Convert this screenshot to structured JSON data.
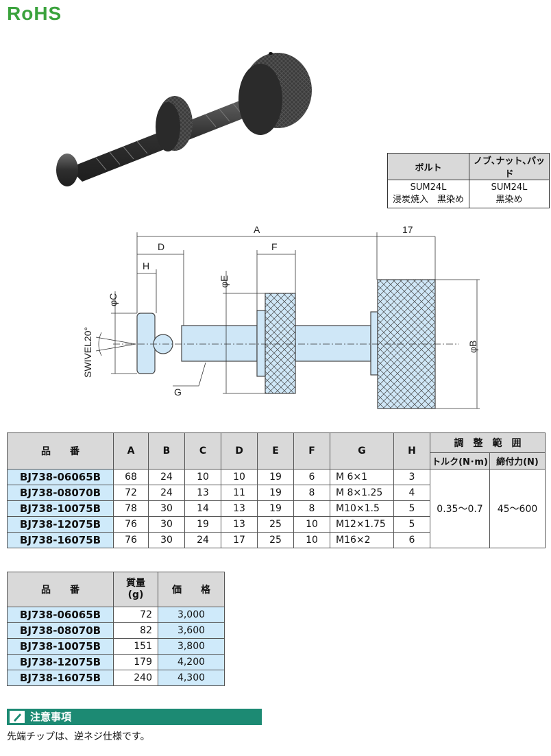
{
  "rohs": "RoHS",
  "material": {
    "headers": [
      "ボルト",
      "ノブ､ナット､パッド"
    ],
    "bolt": [
      "SUM24L",
      "浸炭焼入　黒染め"
    ],
    "parts": [
      "SUM24L",
      "黒染め"
    ]
  },
  "drawing": {
    "labels": {
      "A": "A",
      "D": "D",
      "H": "H",
      "F": "F",
      "seventeen": "17",
      "phiE": "φE",
      "phiC": "φC",
      "phiB": "φB",
      "G": "G",
      "swivel": "SWIVEL20°"
    }
  },
  "spec": {
    "headers": [
      "品　　番",
      "A",
      "B",
      "C",
      "D",
      "E",
      "F",
      "G",
      "H",
      "調　整　範　囲",
      "トルク(N･m)",
      "締付力(N)"
    ],
    "rows": [
      [
        "BJ738-06065B",
        "68",
        "24",
        "10",
        "10",
        "19",
        "6",
        "M  6×1",
        "3"
      ],
      [
        "BJ738-08070B",
        "72",
        "24",
        "13",
        "11",
        "19",
        "8",
        "M  8×1.25",
        "4"
      ],
      [
        "BJ738-10075B",
        "78",
        "30",
        "14",
        "13",
        "19",
        "8",
        "M10×1.5",
        "5"
      ],
      [
        "BJ738-12075B",
        "76",
        "30",
        "19",
        "13",
        "25",
        "10",
        "M12×1.75",
        "5"
      ],
      [
        "BJ738-16075B",
        "76",
        "30",
        "24",
        "17",
        "25",
        "10",
        "M16×2",
        "6"
      ]
    ],
    "torque": "0.35～0.7",
    "force": "45～600"
  },
  "price": {
    "headers": [
      "品　　番",
      "質量\n(g)",
      "価　　格"
    ],
    "rows": [
      [
        "BJ738-06065B",
        "72",
        "3,000"
      ],
      [
        "BJ738-08070B",
        "82",
        "3,600"
      ],
      [
        "BJ738-10075B",
        "151",
        "3,800"
      ],
      [
        "BJ738-12075B",
        "179",
        "4,200"
      ],
      [
        "BJ738-16075B",
        "240",
        "4,300"
      ]
    ]
  },
  "notice": {
    "title": "注意事項",
    "text": "先端チップは、逆ネジ仕様です。"
  }
}
